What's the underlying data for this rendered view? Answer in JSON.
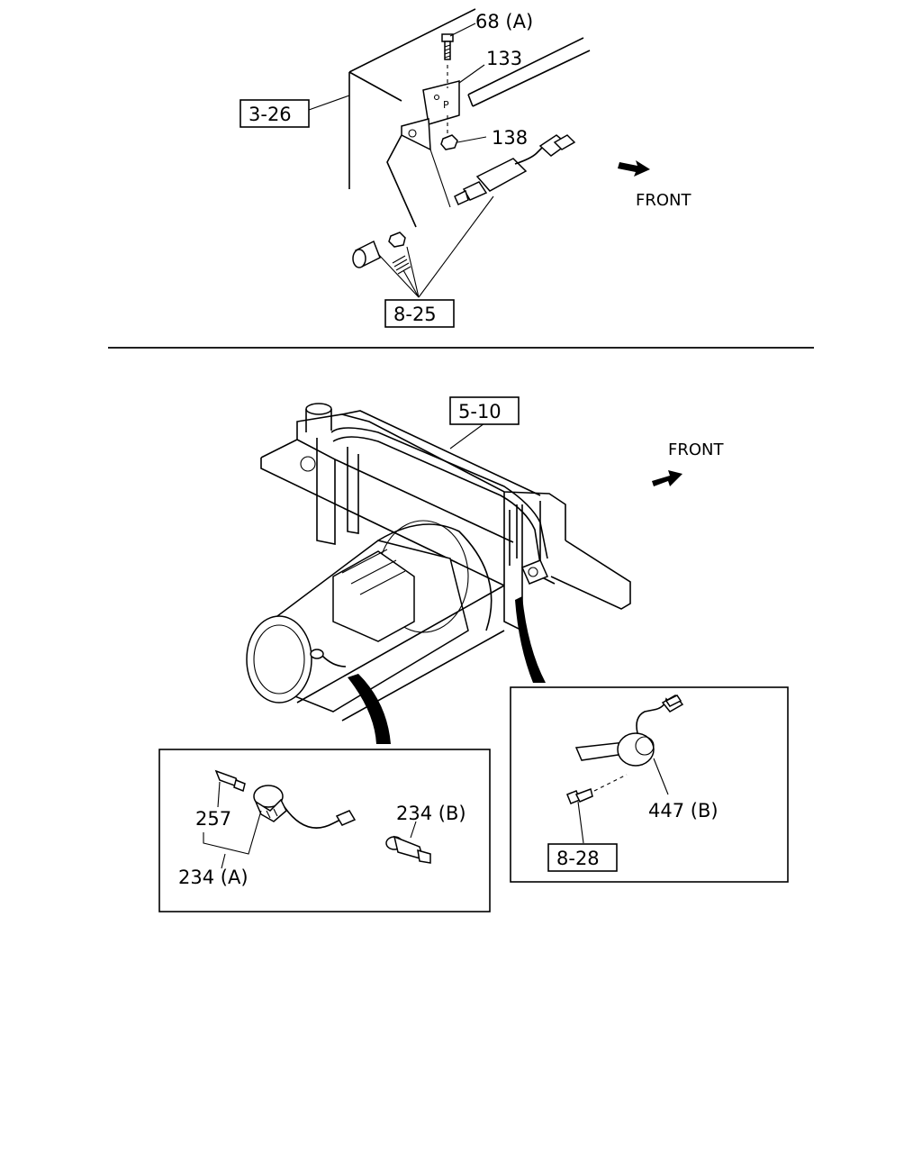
{
  "callouts": {
    "p68a": "68 (A)",
    "p133": "133",
    "p138": "138",
    "ref326": "3-26",
    "ref825": "8-25",
    "ref510": "5-10",
    "p257": "257",
    "p234a": "234 (A)",
    "p234b": "234 (B)",
    "p447b": "447 (B)",
    "ref828": "8-28"
  },
  "direction": {
    "front_top": "FRONT",
    "front_bottom": "FRONT"
  },
  "colors": {
    "line": "#000000",
    "background": "#ffffff"
  }
}
